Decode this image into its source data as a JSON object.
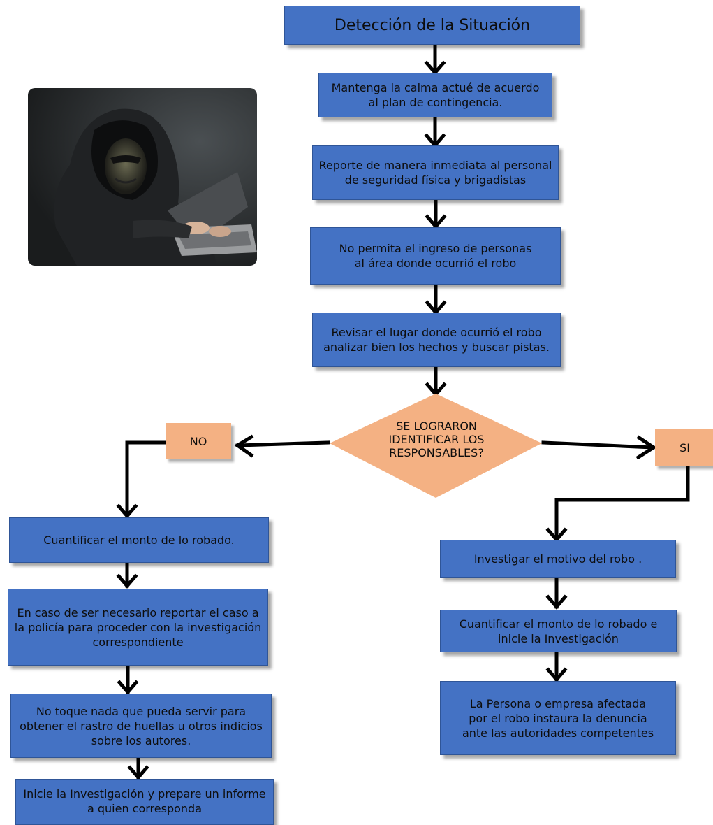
{
  "colors": {
    "box": "#4472c4",
    "decision": "#f4b183",
    "arrow": "#000000"
  },
  "image": {
    "alt": "hacker-with-hoodie-at-laptop"
  },
  "main_flow": [
    "Detección de la Situación",
    "Mantenga la calma actué de acuerdo al plan de contingencia.",
    "Reporte de manera  inmediata al personal de seguridad física y brigadistas",
    "No permita el ingreso de personas al área donde ocurrió el robo",
    "Revisar el lugar donde ocurrió el robo analizar bien los hechos y buscar pistas."
  ],
  "decision": {
    "question": "SE LOGRARON IDENTIFICAR LOS RESPONSABLES?",
    "no_label": "NO",
    "yes_label": "SI"
  },
  "no_branch": [
    "Cuantificar el monto de lo robado.",
    "En caso de ser necesario reportar el caso a la policía para proceder con la investigación correspondiente",
    "No toque nada que pueda servir para obtener el rastro de huellas u otros indicios sobre los autores.",
    "Inicie la Investigación y prepare un informe a quien corresponda"
  ],
  "yes_branch": [
    "Investigar el motivo del robo .",
    "Cuantificar el monto de lo robado e inicie la Investigación",
    "La Persona o empresa afectada por el robo instaura la denuncia ante las autoridades competentes"
  ]
}
